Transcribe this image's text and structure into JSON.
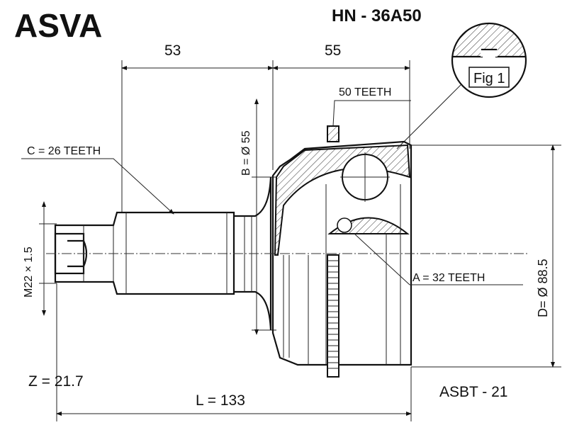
{
  "brand": "ASVA",
  "part_number": "HN - 36A50",
  "dimensions": {
    "length_left": "53",
    "length_right": "55",
    "outer_teeth": "50 TEETH",
    "fig_label": "Fig 1",
    "c_teeth": "C = 26 TEETH",
    "b_diameter": "B = Ø 55",
    "thread": "M22 × 1.5",
    "a_teeth": "A = 32 TEETH",
    "d_diameter": "D= Ø 88.5",
    "z_value": "Z = 21.7",
    "total_length": "L = 133"
  },
  "reference": "ASBT - 21"
}
